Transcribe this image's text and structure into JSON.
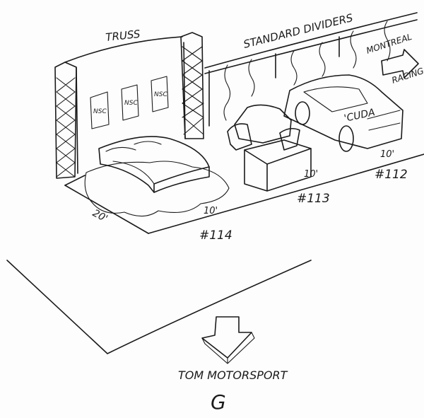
{
  "labels": {
    "truss": "TRUSS",
    "dividers": "STANDARD DIVIDERS",
    "montreal": "MONTREAL",
    "racing": "RACING",
    "banner": "NSC",
    "car": "'CUDA",
    "dim_20": "20'",
    "dim_114": "10'",
    "dim_113": "10'",
    "dim_112": "10'",
    "booth_114": "#114",
    "booth_113": "#113",
    "booth_112": "#112",
    "entrance": "TOM MOTORSPORT",
    "logo": "G"
  }
}
